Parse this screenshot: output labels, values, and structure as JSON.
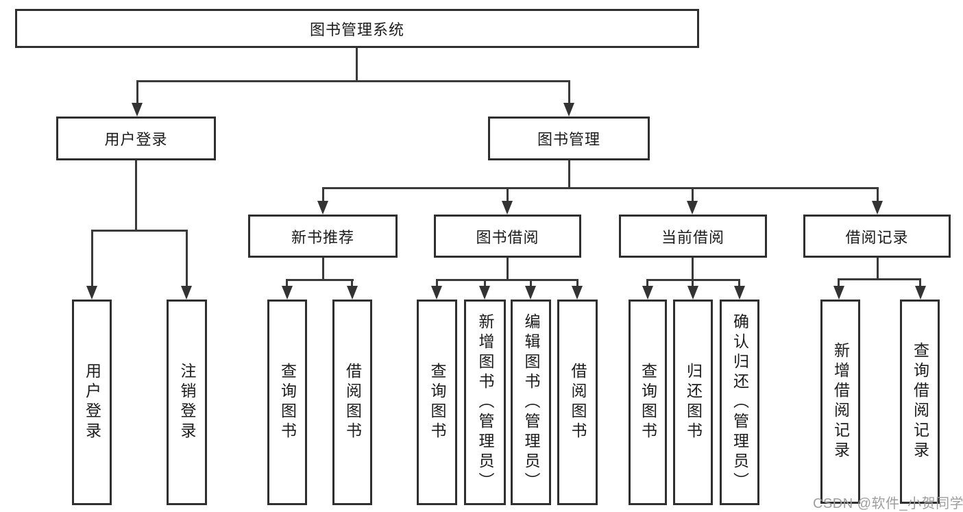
{
  "title": "图书管理系统",
  "watermark": "CSDN @软件_小贺同学",
  "colors": {
    "line": "#3a3a3a",
    "box_border": "#2f2f2f",
    "text": "#1c1c1c",
    "watermark": "#9e9e9e",
    "background": "#ffffff"
  },
  "tree": {
    "label": "图书管理系统",
    "children": [
      {
        "label": "用户登录",
        "children": [
          {
            "label": "用户登录"
          },
          {
            "label": "注销登录"
          }
        ]
      },
      {
        "label": "图书管理",
        "children": [
          {
            "label": "新书推荐",
            "children": [
              {
                "label": "查询图书"
              },
              {
                "label": "借阅图书"
              }
            ]
          },
          {
            "label": "图书借阅",
            "children": [
              {
                "label": "查询图书"
              },
              {
                "label": "新增图书（管理员）"
              },
              {
                "label": "编辑图书（管理员）"
              },
              {
                "label": "借阅图书"
              }
            ]
          },
          {
            "label": "当前借阅",
            "children": [
              {
                "label": "查询图书"
              },
              {
                "label": "归还图书"
              },
              {
                "label": "确认归还（管理员）"
              }
            ]
          },
          {
            "label": "借阅记录",
            "children": [
              {
                "label": "新增借阅记录"
              },
              {
                "label": "查询借阅记录"
              }
            ]
          }
        ]
      }
    ]
  }
}
